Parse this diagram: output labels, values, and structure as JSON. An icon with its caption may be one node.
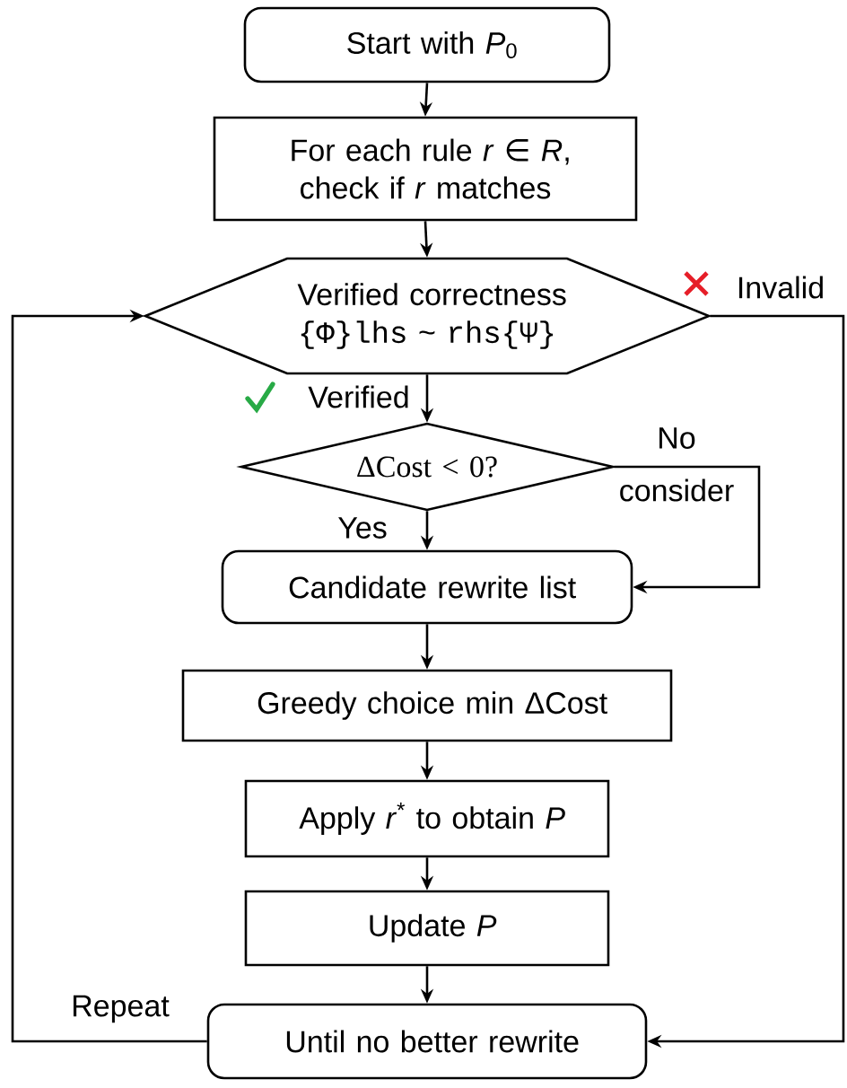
{
  "diagram": {
    "nodes": [
      {
        "text": [
          "Start with *P*$_{0}$"
        ]
      },
      {
        "text": [
          "For each rule *r* ∈ *R*, check if *r* matches"
        ]
      },
      {
        "text": [
          "Verified correctness",
          "{Φ}lhs ~ rhs{Ψ}"
        ]
      },
      {
        "text": [
          "ΔCost < 0?"
        ]
      },
      {
        "text": [
          "Candidate rewrite list"
        ]
      },
      {
        "text": [
          "Greedy choice min ΔCost"
        ]
      },
      {
        "text": [
          "Apply *r*$^{*}$ to obtain *P*"
        ]
      },
      {
        "text": [
          "Update *P*"
        ]
      },
      {
        "text": [
          "Until no better rewrite"
        ]
      }
    ],
    "edges": [
      {
        "from": 0,
        "to": 1,
        "arrow": "to"
      },
      {
        "from": 1,
        "to": 2,
        "arrow": "to"
      },
      {
        "from": 2,
        "to": 3,
        "arrow": "to",
        "label": "Verified"
      },
      {
        "from": 3,
        "to": 4,
        "arrow": "to",
        "label": "Yes"
      },
      {
        "from": 3,
        "to": 4,
        "arrow": "to",
        "label": "No"
      },
      {
        "from": 4,
        "to": 5,
        "arrow": "to"
      },
      {
        "from": 5,
        "to": 6,
        "arrow": "to"
      },
      {
        "from": 6,
        "to": 7,
        "arrow": "to"
      },
      {
        "from": 7,
        "to": 8,
        "arrow": "to"
      },
      {
        "from": 2,
        "to": 8,
        "arrow": "to",
        "label": "Invalid"
      },
      {
        "from": 8,
        "to": 2,
        "arrow": "to",
        "label": "Repeat"
      }
    ],
    "labels": [
      "consider"
    ]
  }
}
